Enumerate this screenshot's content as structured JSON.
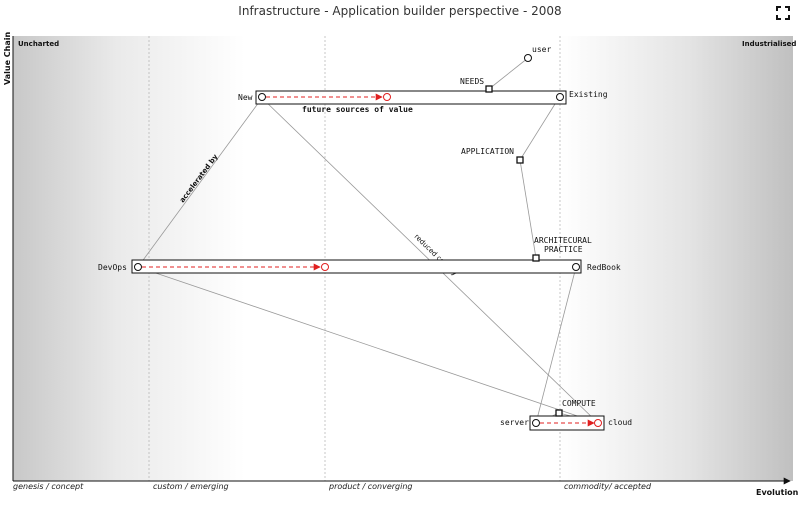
{
  "title": "Infrastructure - Application builder perspective - 2008",
  "icons": {
    "fullscreen": "fullscreen-icon"
  },
  "map": {
    "uncharted_label": "Uncharted",
    "industrialised_label": "Industrialised",
    "y_axis_label": "Value Chain",
    "x_axis_label": "Evolution",
    "stages": [
      "genesis / concept",
      "custom / emerging",
      "product / converging",
      "commodity/ accepted"
    ],
    "components": {
      "user": "user",
      "needs": "NEEDS",
      "existing": "Existing",
      "new": "New",
      "future": "future sources of value",
      "application": "APPLICATION",
      "architectural_1": "ARCHITECURAL",
      "architectural_2": "PRACTICE",
      "devops": "DevOps",
      "redbook": "RedBook",
      "compute": "COMPUTE",
      "server": "server",
      "cloud": "cloud"
    },
    "edge_labels": {
      "accelerated_by": "accelerated by",
      "reduced_cost_by": "reduced cost by"
    },
    "colors": {
      "evolution_arrow": "#e02020",
      "link": "#999999",
      "node": "#111111",
      "uncharted_gradient": "#c8c8c8",
      "industrialised_gradient": "#c0c0c0"
    }
  }
}
